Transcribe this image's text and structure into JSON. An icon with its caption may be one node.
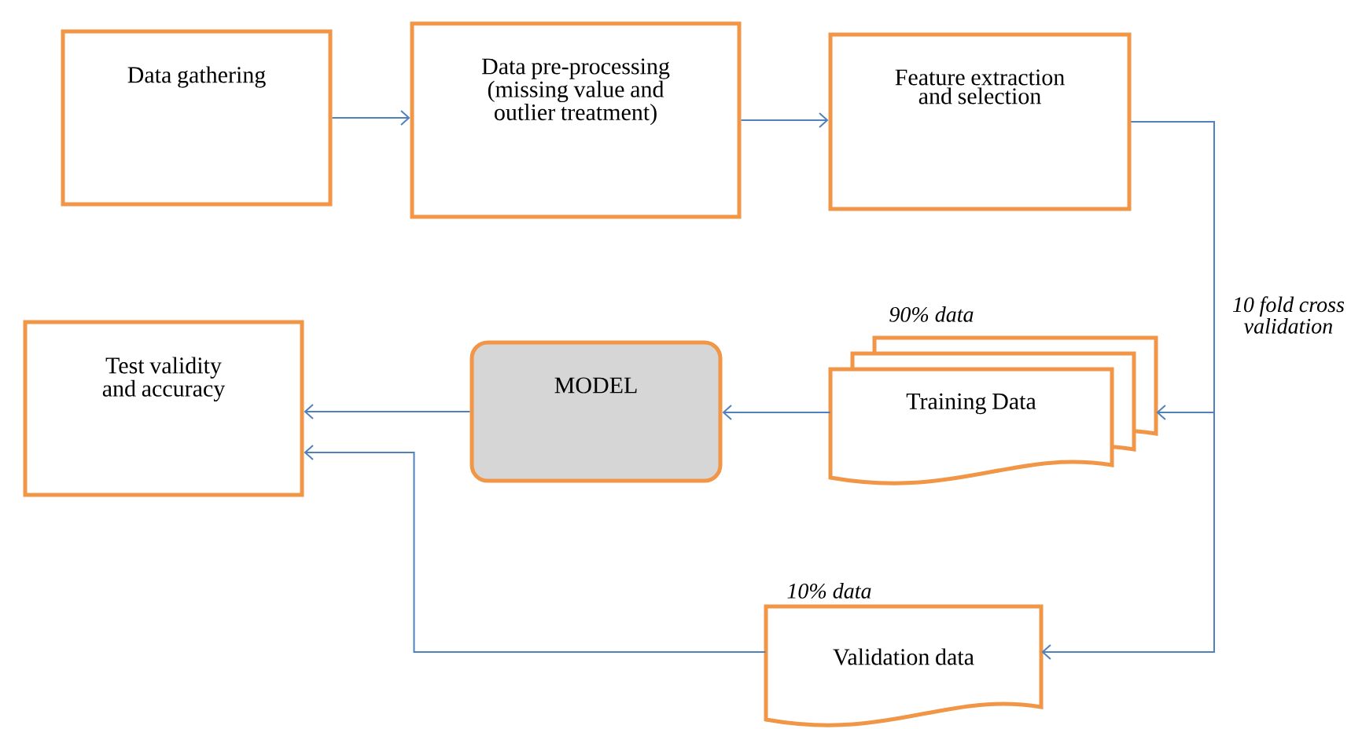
{
  "diagram": {
    "nodes": [
      {
        "text": [
          "Data gathering"
        ]
      },
      {
        "text": [
          "Data pre-processing (missing value and outlier treatment)"
        ]
      },
      {
        "text": [
          "Feature extraction and selection"
        ]
      },
      {
        "text": [
          "Test validity and accuracy"
        ]
      },
      {
        "text": [
          "MODEL"
        ]
      },
      {
        "text": [
          "Training Data"
        ],
        "beside": [
          "90% data"
        ]
      },
      {
        "text": [
          "Validation data"
        ],
        "beside": [
          "10% data"
        ]
      }
    ],
    "edges": [
      {
        "from": 0,
        "to": 1,
        "arrow": "to"
      },
      {
        "from": 1,
        "to": 2,
        "arrow": "to"
      },
      {
        "from": 2,
        "to": 5,
        "arrow": "to",
        "label": "10 fold cross validation"
      },
      {
        "from": 2,
        "to": 6,
        "arrow": "to"
      },
      {
        "from": 5,
        "to": 4,
        "arrow": "to"
      },
      {
        "from": 4,
        "to": 3,
        "arrow": "to"
      },
      {
        "from": 6,
        "to": 3,
        "arrow": "to"
      }
    ]
  }
}
